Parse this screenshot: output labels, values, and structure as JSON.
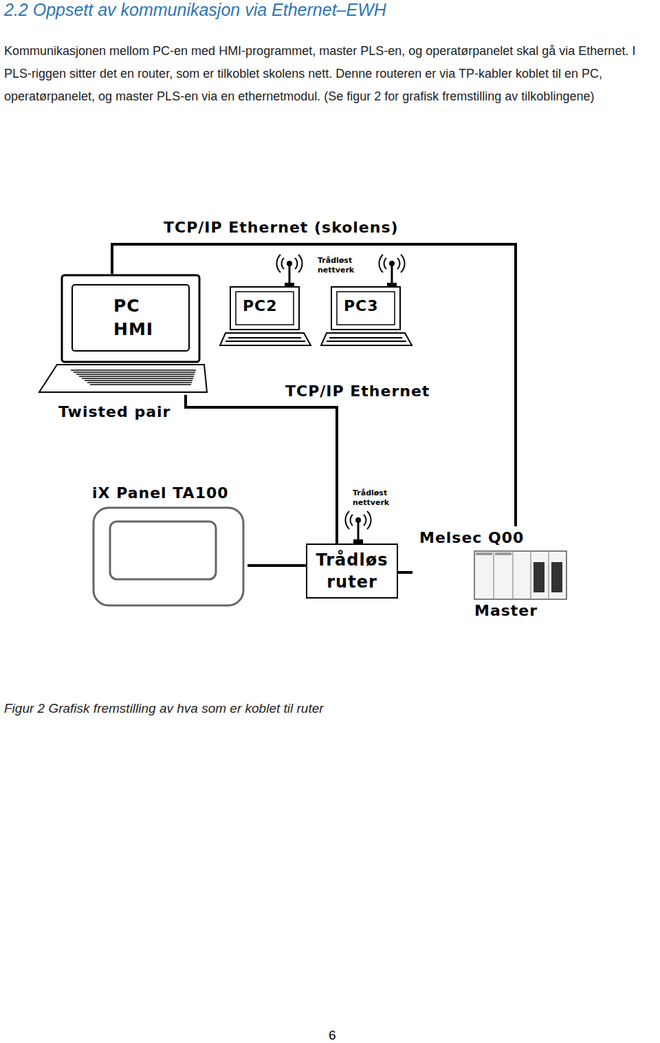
{
  "diagram": {
    "title": "2.2 Oppsett av kommunikasjon via Ethernet–EWH",
    "caption": "Figur 2 Grafisk fremstilling av hva som er koblet til ruter",
    "nodes": [
      {
        "text": [
          "PC HMI"
        ]
      },
      {
        "text": [
          "PC2"
        ]
      },
      {
        "text": [
          "PC3"
        ]
      },
      {
        "text": [
          "iX Panel TA100"
        ]
      },
      {
        "text": [
          "Trådløs ruter"
        ]
      },
      {
        "text": [
          "Melsec Q00",
          "Master"
        ]
      }
    ],
    "edges": [
      {
        "from": 0,
        "to": 4,
        "arrow": "none"
      },
      {
        "from": 3,
        "to": 4,
        "arrow": "none"
      },
      {
        "from": 4,
        "to": 5,
        "arrow": "none"
      },
      {
        "from": 0,
        "to": 5,
        "arrow": "none"
      }
    ],
    "labels": [
      "Kommunikasjonen mellom PC-en med HMI-programmet, master PLS-en, og operatørpanelet skal gå via Ethernet. I PLS-riggen sitter det en router, som er tilkoblet skolens nett. Denne routeren er via TP-kabler koblet til en PC, operatørpanelet, og master PLS-en via en ethernetmodul. (Se figur 2 for grafisk fremstilling av tilkoblingene)",
      "TCP/IP Ethernet (skolens)",
      "Trådløst nettverk",
      "Twisted pair",
      "TCP/IP Ethernet",
      "Trådløst nettverk",
      "6"
    ]
  }
}
